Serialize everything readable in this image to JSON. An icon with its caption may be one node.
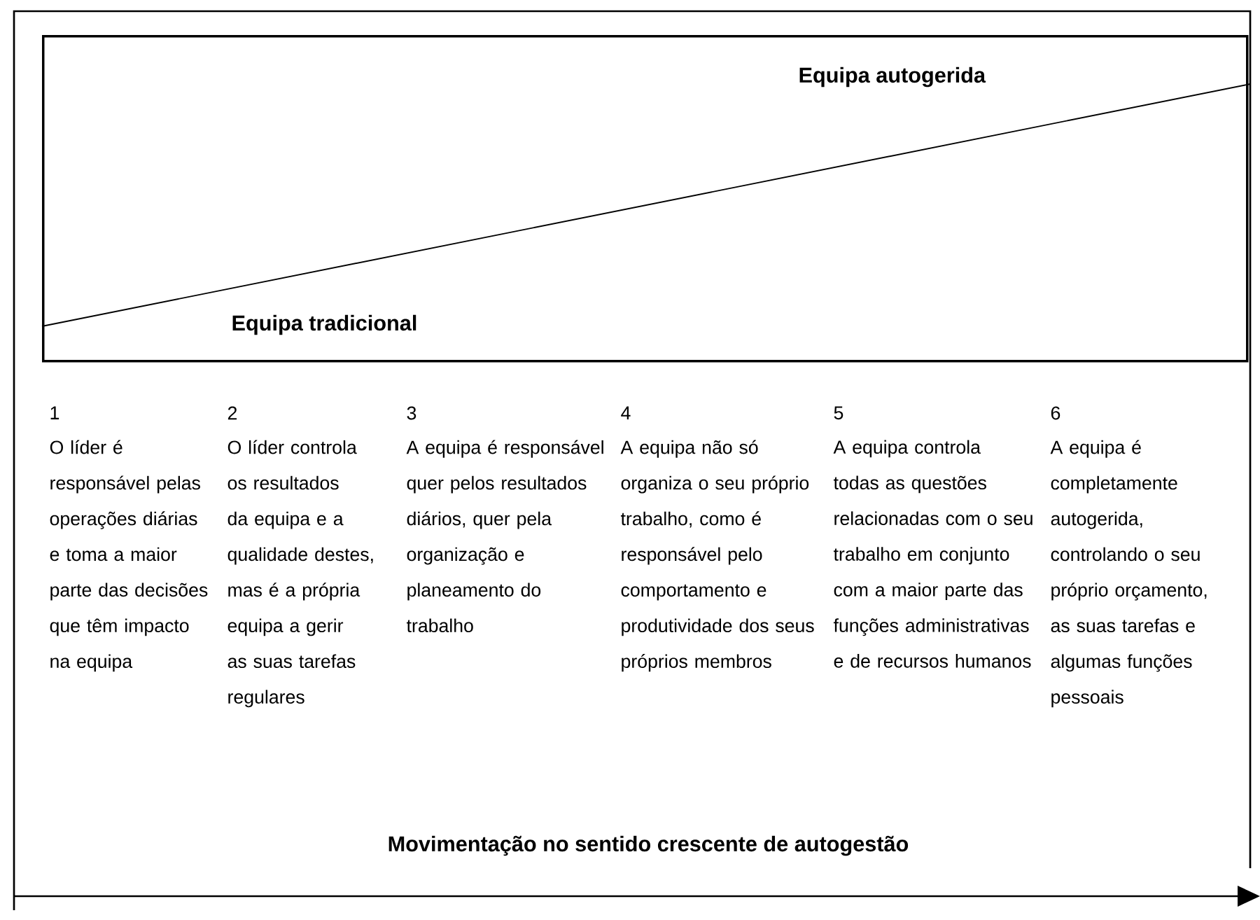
{
  "diagram": {
    "nodes": [
      {
        "text": [
          "Equipa autogerida",
          "Equipa tradicional"
        ]
      }
    ],
    "labels": [
      "1",
      "O líder é responsável pelas operações diárias e toma a maior parte das decisões que têm impacto na equipa",
      "2",
      "O líder controla os resultados da equipa e a qualidade destes, mas é a própria equipa a gerir as suas tarefas regulares",
      "3",
      "A equipa é responsável quer pelos resultados diários, quer pela organização e planeamento do trabalho",
      "4",
      "A equipa não só organiza o seu próprio trabalho, como é responsável pelo comportamento e produtividade dos seus próprios membros",
      "5",
      "A equipa controla todas as questões relacionadas com o seu trabalho em conjunto com a maior parte das funções administrativas e de recursos humanos",
      "6",
      "A equipa é completamente autogerida, controlando o seu próprio orçamento, as suas tarefas e algumas funções pessoais",
      "Movimentação no sentido crescente de autogestão"
    ]
  }
}
